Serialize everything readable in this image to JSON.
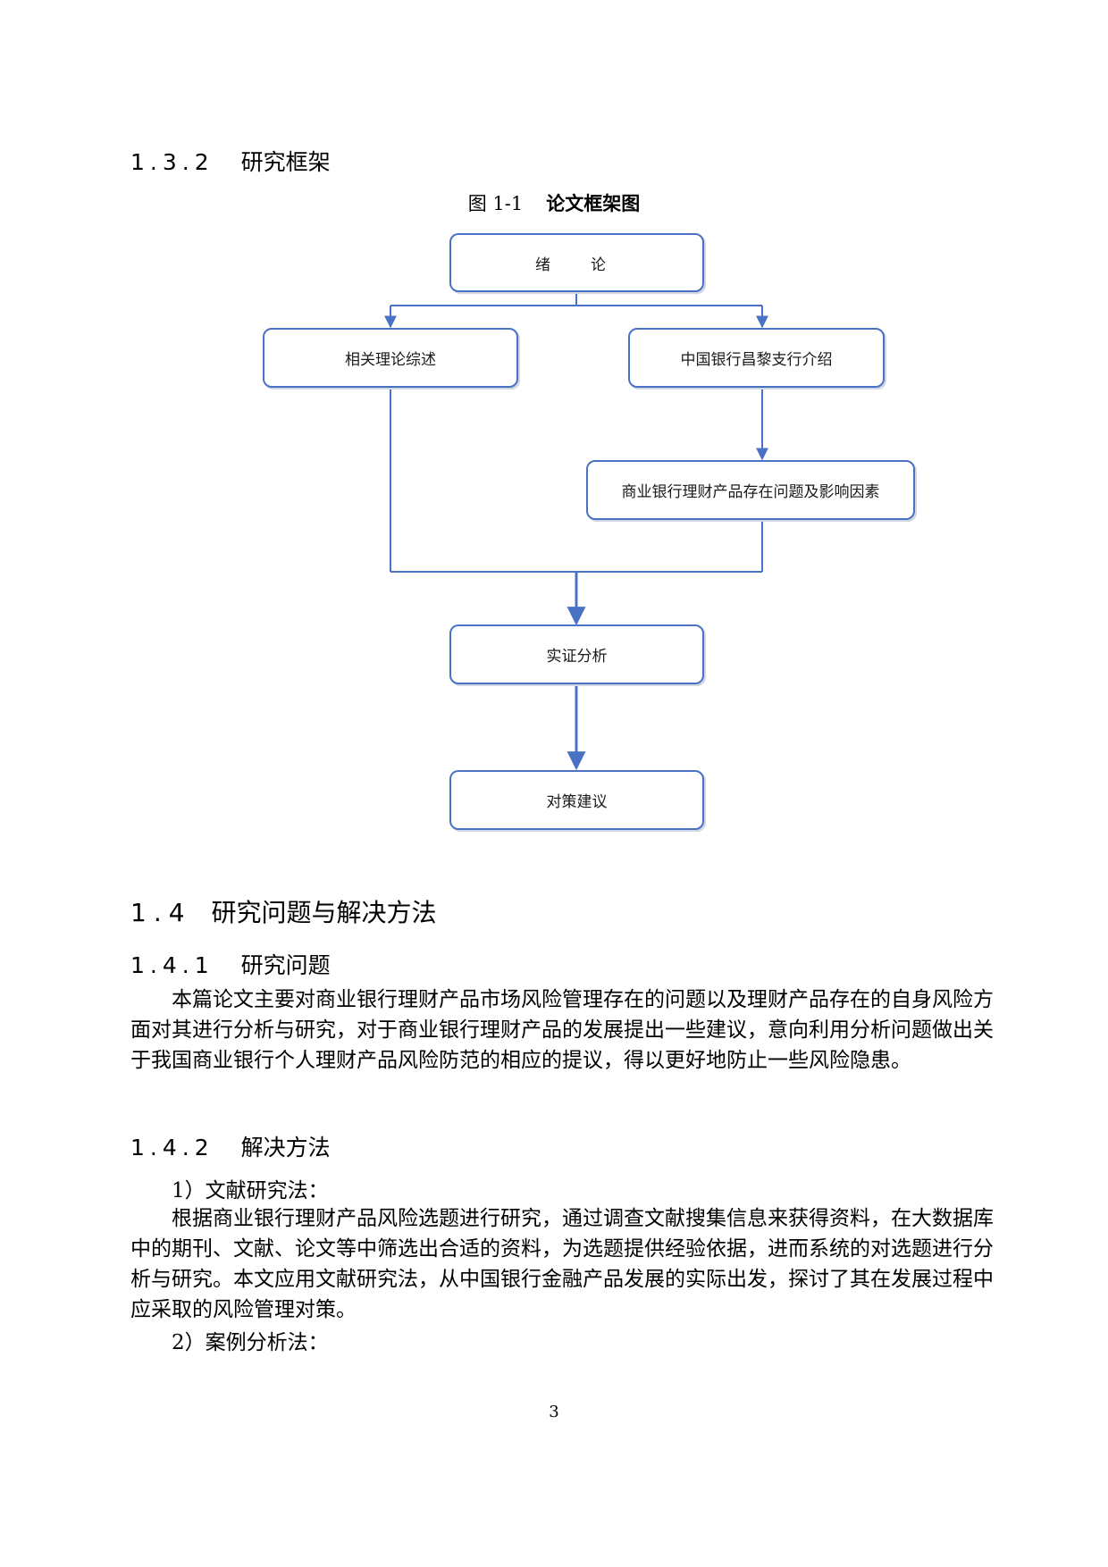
{
  "sections": {
    "s132": {
      "number": "1.3.2",
      "title": "研究框架"
    },
    "s14": {
      "number": "1.4",
      "title": "研究问题与解决方法"
    },
    "s141": {
      "number": "1.4.1",
      "title": "研究问题"
    },
    "s142": {
      "number": "1.4.2",
      "title": "解决方法"
    }
  },
  "figure": {
    "number": "图 1-1",
    "title": "论文框架图",
    "nodes": {
      "intro": "绪　论",
      "theory": "相关理论综述",
      "bank": "中国银行昌黎支行介绍",
      "problems": "商业银行理财产品存在问题及影响因素",
      "empirical": "实证分析",
      "suggestions": "对策建议"
    }
  },
  "paragraphs": {
    "research_question": "本篇论文主要对商业银行理财产品市场风险管理存在的问题以及理财产品存在的自身风险方面对其进行分析与研究，对于商业银行理财产品的发展提出一些建议，意向利用分析问题做出关于我国商业银行个人理财产品风险防范的相应的提议，得以更好地防止一些风险隐患。",
    "method1_label": "1）文献研究法：",
    "method1_body": "根据商业银行理财产品风险选题进行研究，通过调查文献搜集信息来获得资料，在大数据库中的期刊、文献、论文等中筛选出合适的资料，为选题提供经验依据，进而系统的对选题进行分析与研究。本文应用文献研究法，从中国银行金融产品发展的实际出发，探讨了其在发展过程中应采取的风险管理对策。",
    "method2_label": "2）案例分析法："
  },
  "page_number": "3",
  "colors": {
    "box_border": "#4a72c4",
    "connector": "#4a72c4"
  }
}
